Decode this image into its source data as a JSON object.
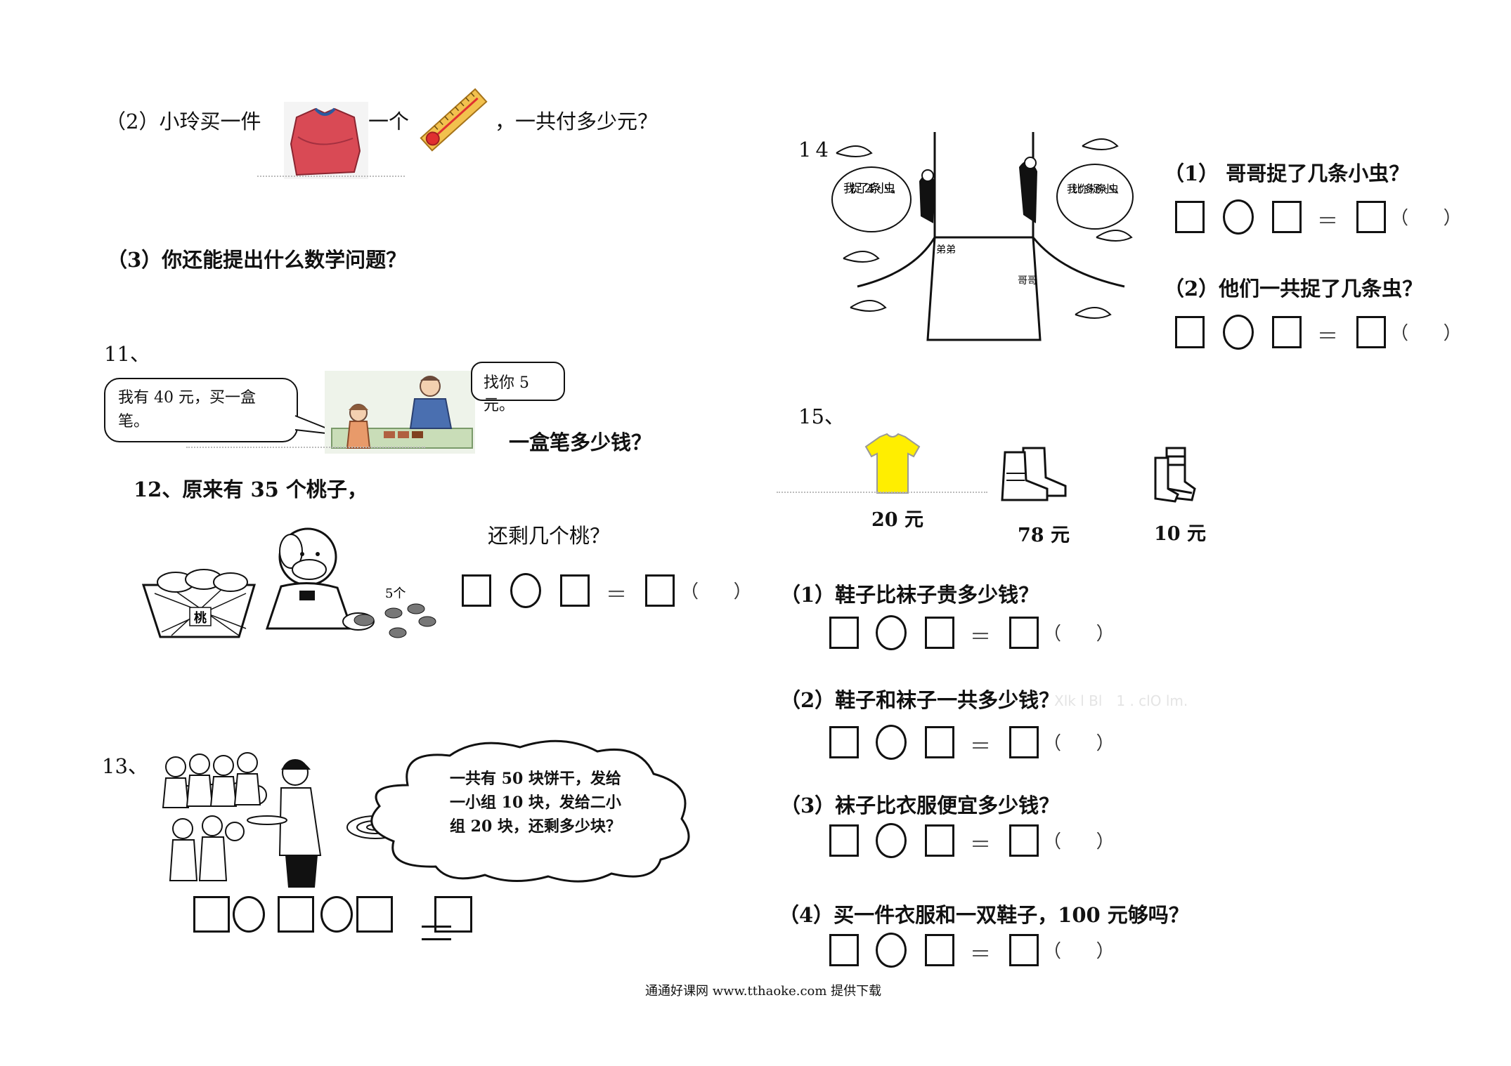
{
  "left": {
    "q10_2": {
      "text_before": "（2）小玲买一件",
      "text_mid": "一个",
      "text_after": "，一共付多少元？",
      "items": [
        "shirt",
        "thermometer"
      ]
    },
    "q10_3": {
      "text": "（3）你还能提出什么数学问题？"
    },
    "q11": {
      "number": "11、",
      "bubble_girl": "我有 40 元，买一盒笔。",
      "bubble_clerk": "找你 5 元。",
      "question": "一盒笔多少钱？"
    },
    "q12": {
      "text": "12、原来有 35 个桃子，",
      "question": "还剩几个桃？",
      "basket_label": "桃",
      "count_label": "5个",
      "paren": "（      ）"
    },
    "q13": {
      "number": "13、",
      "cloud_text": "一共有 50 块饼干，发给一小组 10 块，发给二小组 20 块，还剩多少块？"
    }
  },
  "right": {
    "q14": {
      "number": "14",
      "bubble_left": "我捉了24条小虫。",
      "bubble_right": "我比你多捉6条小虫。",
      "label_left": "弟弟",
      "label_right": "哥哥",
      "sub1": "（1）  哥哥捉了几条小虫？",
      "sub2": "（2）他们一共捉了几条虫？",
      "paren": "（      ）"
    },
    "q15": {
      "number": "15、",
      "prices": [
        "20 元",
        "78 元",
        "10 元"
      ],
      "sub1": "（1）鞋子比袜子贵多少钱？",
      "sub2": "（2）鞋子和袜子一共多少钱？",
      "sub2_watermark": "Xlk l Bl　1 . clO lm.",
      "sub3": "（3）袜子比衣服便宜多少钱？",
      "sub4": "（4）买一件衣服和一双鞋子，100 元够吗？",
      "paren": "（      ）"
    }
  },
  "footer": {
    "text": "通通好课网 www.tthaoke.com 提供下载"
  },
  "symbols": {
    "equals": "＝"
  },
  "colors": {
    "shirt_red": "#d94a55",
    "tshirt_yellow": "#ffee00"
  }
}
